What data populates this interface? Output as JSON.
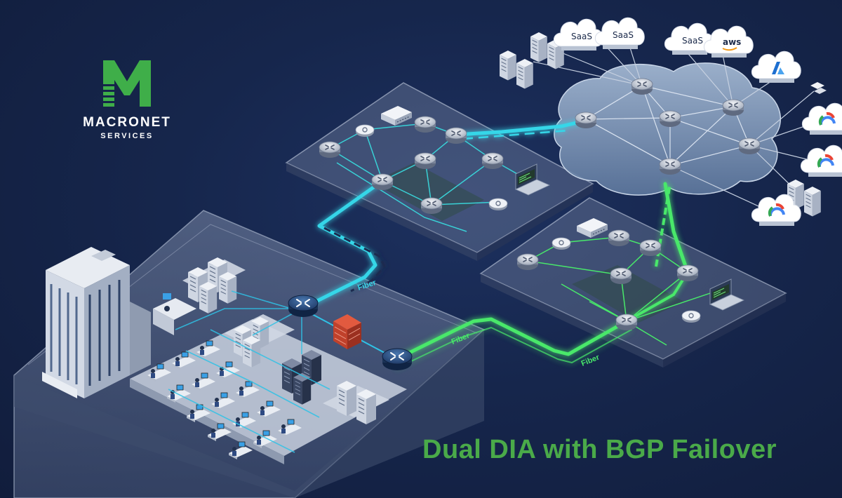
{
  "brand": {
    "name": "MACRONET",
    "subtitle": "SERVICES",
    "letter": "M"
  },
  "headline": "Dual DIA with BGP Failover",
  "link_labels": {
    "fiber_primary": "Fiber",
    "fiber_secondary_a": "Fiber",
    "fiber_secondary_b": "Fiber"
  },
  "cloud_services": [
    "SaaS",
    "SaaS",
    "SaaS",
    "aws"
  ],
  "colors": {
    "primary_link": "#35d6e8",
    "secondary_link": "#48e86a",
    "headline": "#4aaa49",
    "brand_green": "#3fae49",
    "background": "#15254a"
  },
  "icons": [
    "router-icon",
    "firewall-icon",
    "server-rack-icon",
    "laptop-icon",
    "cloud-icon",
    "azure-icon",
    "google-cloud-icon",
    "aws-icon",
    "saas-cloud-icon",
    "office-building-icon",
    "workstation-icon"
  ]
}
